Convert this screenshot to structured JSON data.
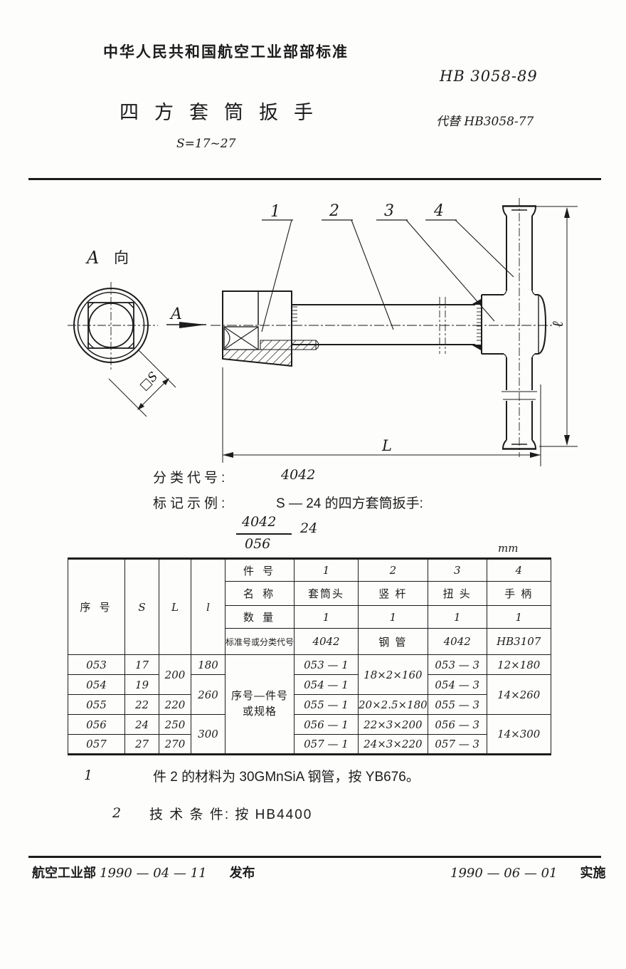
{
  "header": {
    "org_standard": "中华人民共和国航空工业部部标准",
    "standard_no": "HB 3058-89",
    "title": "四方套筒扳手",
    "size_range": "S=17~27",
    "supersedes": "代替 HB3058-77"
  },
  "classification": {
    "label": "分类代号:",
    "code": "4042",
    "example_label": "标记示例:",
    "example_text": "S — 24 的四方套筒扳手:",
    "fraction_numerator": "4042",
    "fraction_denominator": "056",
    "fraction_suffix": "24"
  },
  "drawing": {
    "view_label_letter": "A",
    "view_label_word": "向",
    "section_letter": "A",
    "square_dim": "□S",
    "callout_1": "1",
    "callout_2": "2",
    "callout_3": "3",
    "callout_4": "4",
    "dim_length": "L",
    "dim_handle": "ℓ"
  },
  "table": {
    "unit": "mm",
    "col_seq": "序 号",
    "col_s": "S",
    "col_L": "L",
    "col_l": "l",
    "row_part_no": "件 号",
    "row_name": "名 称",
    "row_qty": "数 量",
    "row_code": "标准号或分类代号",
    "part_no": [
      "1",
      "2",
      "3",
      "4"
    ],
    "names": [
      "套筒头",
      "竖 杆",
      "扭 头",
      "手 柄"
    ],
    "qty": [
      "1",
      "1",
      "1",
      "1"
    ],
    "codes": [
      "4042",
      "钢 管",
      "4042",
      "HB3107"
    ],
    "spec_label_line1": "序号—件号",
    "spec_label_line2": "或规格",
    "seq": [
      "053",
      "054",
      "055",
      "056",
      "057"
    ],
    "s": [
      "17",
      "19",
      "22",
      "24",
      "27"
    ],
    "L_vals": [
      "200",
      "220",
      "250",
      "270"
    ],
    "l_vals": [
      "180",
      "260",
      "300"
    ],
    "p1": [
      "053 — 1",
      "054 — 1",
      "055 — 1",
      "056 — 1",
      "057 — 1"
    ],
    "p2": [
      "18×2×160",
      "20×2.5×180",
      "22×3×200",
      "24×3×220"
    ],
    "p3": [
      "053 — 3",
      "054 — 3",
      "055 — 3",
      "056 — 3",
      "057 — 3"
    ],
    "p4": [
      "12×180",
      "14×260",
      "14×300"
    ]
  },
  "notes": {
    "n1_num": "1",
    "n1_text": "件 2 的材料为 30GMnSiA 钢管，按 YB676。",
    "n2_num": "2",
    "n2_text": "技 术 条 件: 按 HB4400"
  },
  "footer": {
    "org": "航空工业部",
    "issue_date": "1990 — 04 — 11",
    "issue_label": "发布",
    "impl_date": "1990 — 06 — 01",
    "impl_label": "实施"
  }
}
